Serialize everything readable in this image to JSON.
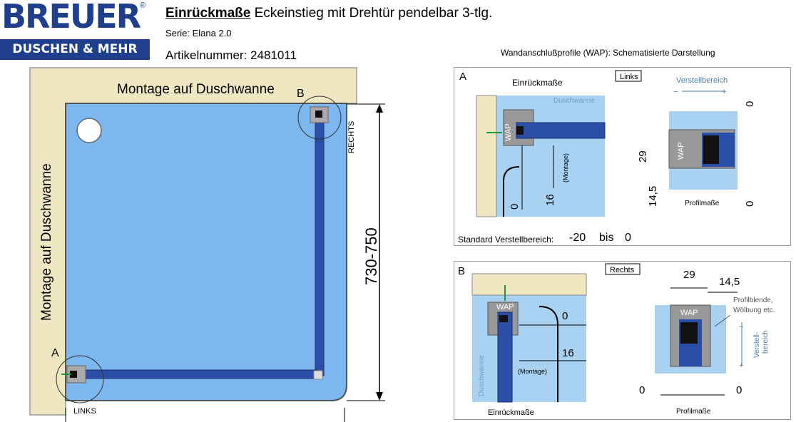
{
  "header": {
    "logo_brand": "BREUER",
    "logo_reg": "®",
    "logo_sub": "DUSCHEN & MEHR",
    "title_bold": "Einrückmaße",
    "title_rest": " Eckeinstieg mit Drehtür pendelbar 3-tlg.",
    "serie_label": "Serie:",
    "serie_value": "Elana 2.0",
    "artikel_label": "Artikelnummer:",
    "artikel_value": "2481011"
  },
  "main_diagram": {
    "top_label": "Montage auf Duschwanne",
    "left_label": "Montage auf Duschwanne",
    "dimension": "730-750",
    "corner_a": "A",
    "corner_b": "B",
    "links": "LINKS",
    "rechts": "RECHTS"
  },
  "wap": {
    "title": "Wandanschlußprofile (WAP): Schematisierte Darstellung",
    "panel_a": {
      "letter": "A",
      "einrueckmasse": "Einrückmaße",
      "side": "Links",
      "duschwanne": "Duschwanne",
      "wap": "WAP",
      "montage": "(Montage)",
      "dim_0": "0",
      "dim_16": "16",
      "verstellbereich": "Verstellbereich",
      "minus": "−",
      "plus": "+",
      "dim_29": "29",
      "dim_14_5": "14,5",
      "dim_0_top": "0",
      "dim_0_bottom": "0",
      "profilmasse": "Profilmaße",
      "standard_label": "Standard Verstellbereich:",
      "standard_from": "-20",
      "standard_bis": "bis",
      "standard_to": "0"
    },
    "panel_b": {
      "letter": "B",
      "side": "Rechts",
      "wap": "WAP",
      "duschwanne": "Duschwanne",
      "montage": "(Montage)",
      "dim_0": "0",
      "dim_16": "16",
      "einrueckmasse": "Einrückmaße",
      "dim_29": "29",
      "dim_14_5": "14,5",
      "profilblende": "Profilblende,",
      "woelbung": "Wölbung etc.",
      "verstell": "Verstell-",
      "bereich": "bereich",
      "minus": "−",
      "plus": "+",
      "dim_0_left": "0",
      "dim_0_right": "0",
      "profilmasse": "Profilmaße"
    }
  },
  "colors": {
    "brand": "#1f3f8c",
    "wall": "#efe6c2",
    "tray": "#7db7ef",
    "profile": "#2b4fa8"
  }
}
